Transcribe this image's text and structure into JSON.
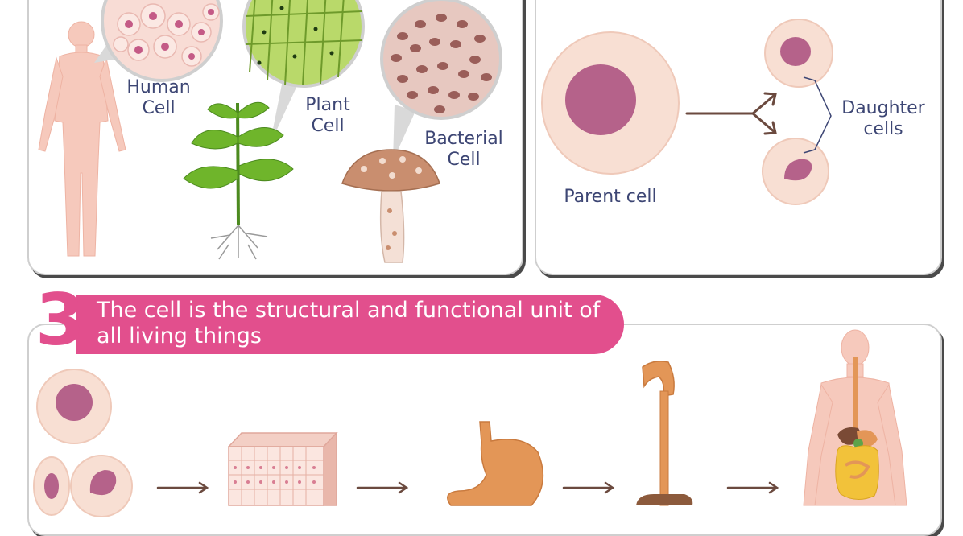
{
  "panel_1": {
    "human_cell_label": "Human\nCell",
    "plant_cell_label": "Plant\nCell",
    "bacterial_cell_label": "Bacterial\nCell"
  },
  "panel_2": {
    "parent_cell_label": "Parent cell",
    "daughter_cells_label": "Daughter\ncells"
  },
  "section_3": {
    "number": "3",
    "title": "The cell is the structural and functional unit of all living things"
  },
  "colors": {
    "accent_pink": "#e24f8d",
    "label_navy": "#3d4674",
    "cell_skin": "#f8dfd3",
    "nucleus": "#b5628a",
    "arrow": "#6b4a3f"
  }
}
